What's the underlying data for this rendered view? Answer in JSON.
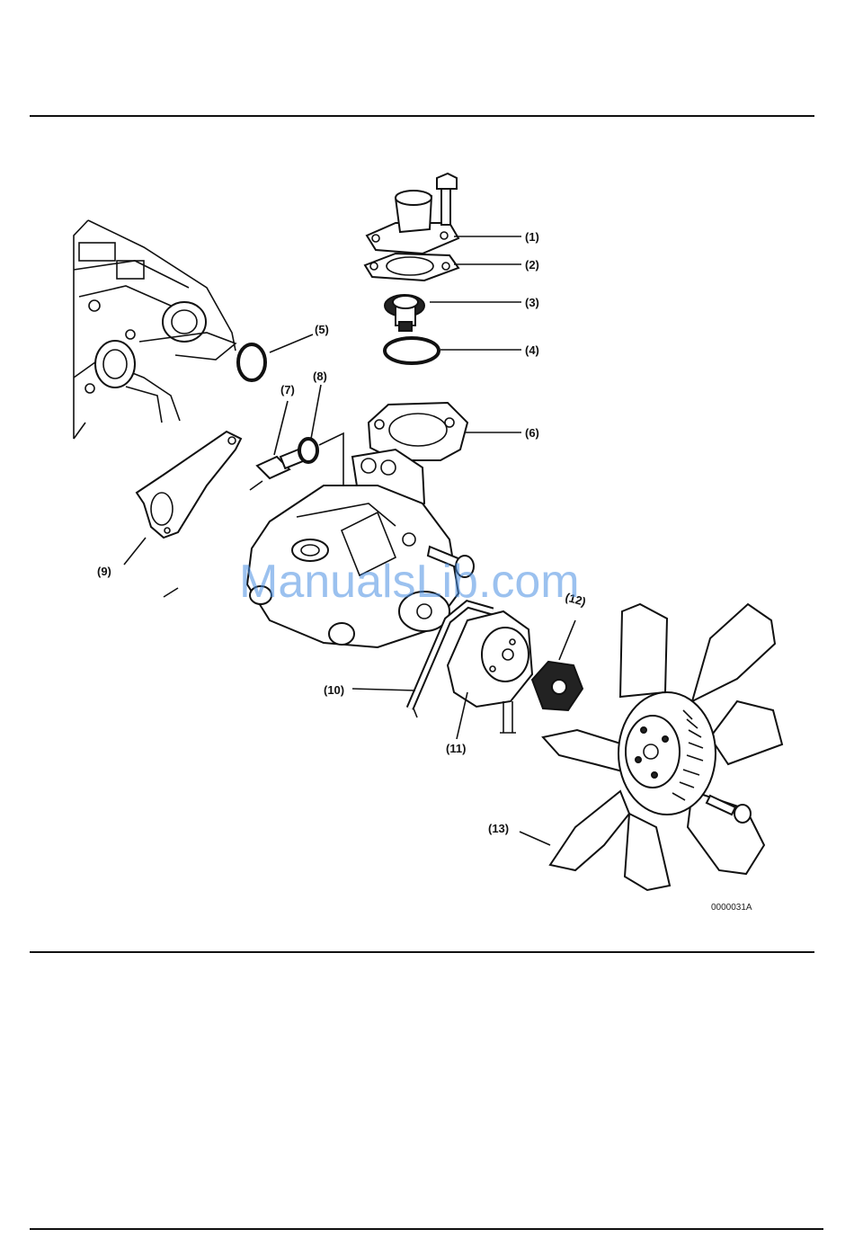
{
  "figure": {
    "callouts": [
      "(1)",
      "(2)",
      "(3)",
      "(4)",
      "(5)",
      "(6)",
      "(7)",
      "(8)",
      "(9)",
      "(10)",
      "(11)",
      "(12)",
      "(13)"
    ],
    "code": "0000031A"
  },
  "watermark": "ManualsLib.com"
}
